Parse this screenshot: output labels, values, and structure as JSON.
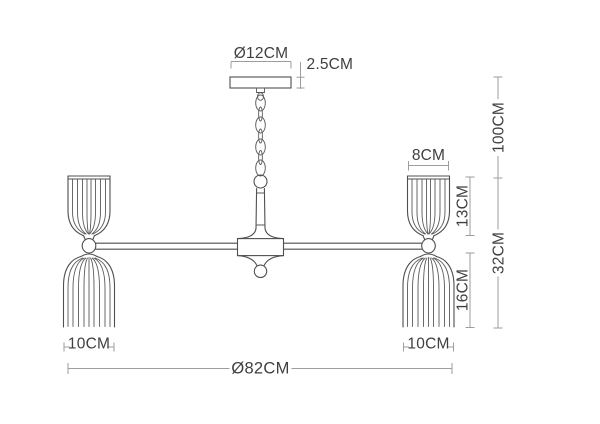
{
  "diagram": {
    "name": "chandelier-dimension-drawing",
    "labels": {
      "canopy_diameter": "Ø12CM",
      "canopy_height": "2.5CM",
      "upper_shade_width": "8CM",
      "upper_shade_height": "13CM",
      "lower_shade_height": "16CM",
      "body_height": "32CM",
      "hanging_height": "100CM",
      "lower_shade_width_left": "10CM",
      "lower_shade_width_right": "10CM",
      "total_diameter": "Ø82CM"
    },
    "colors": {
      "outline": "#4f4f4f",
      "dimension_line": "#9d9d9d",
      "label_text": "#3f3f3f",
      "background": "#ffffff"
    }
  }
}
